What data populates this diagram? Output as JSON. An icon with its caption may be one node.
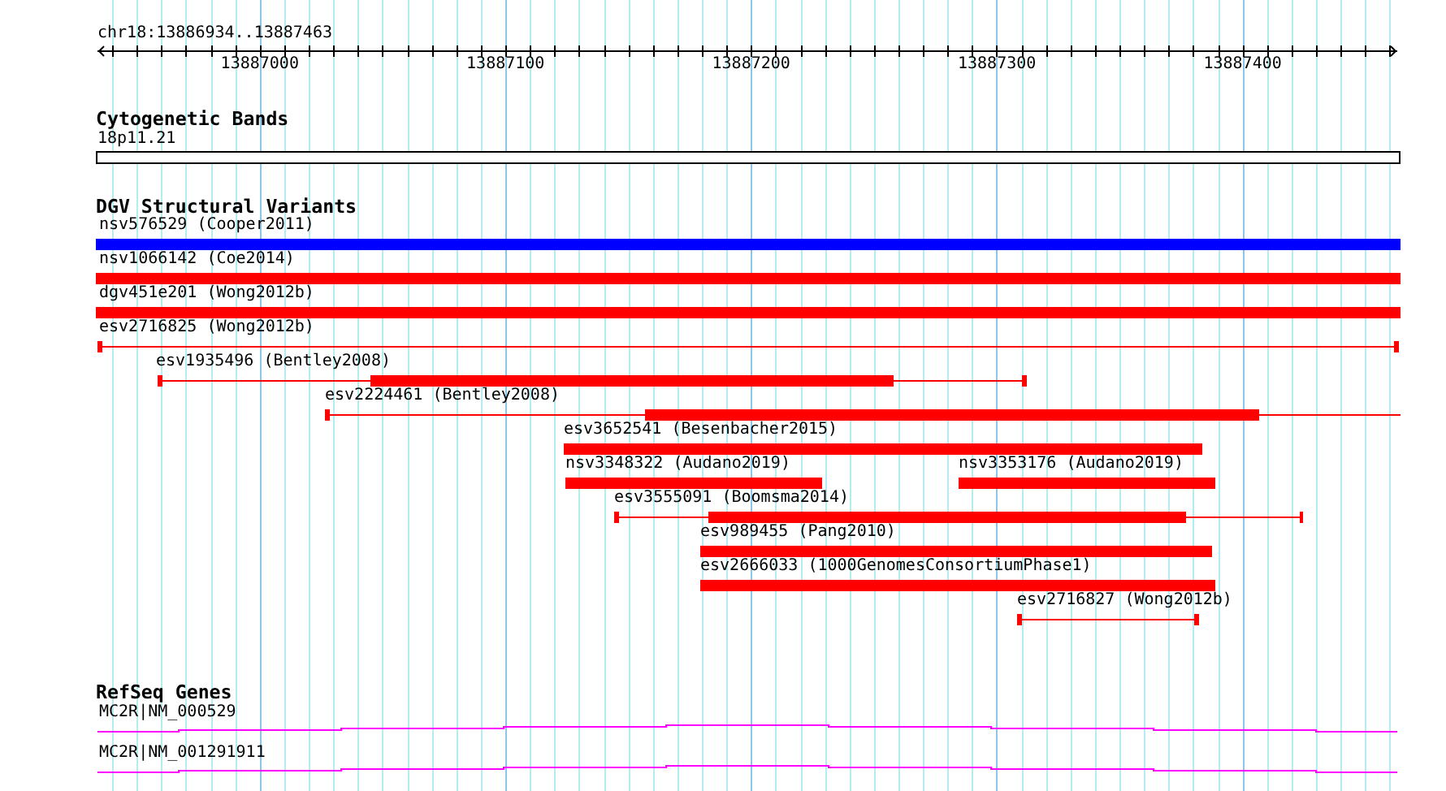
{
  "diagram": {
    "title": "chr18:13886934..13887463",
    "nodes": [
      {
        "text": [
          "18p11.21"
        ]
      },
      {
        "text": [
          "nsv576529 (Cooper2011)"
        ]
      },
      {
        "text": [
          "nsv1066142 (Coe2014)"
        ]
      },
      {
        "text": [
          "dgv451e201 (Wong2012b)"
        ]
      },
      {
        "text": [
          "esv2716825 (Wong2012b)"
        ]
      },
      {
        "text": [
          "esv1935496 (Bentley2008)"
        ]
      },
      {
        "text": [
          "esv2224461 (Bentley2008)"
        ]
      },
      {
        "text": [
          "esv3652541 (Besenbacher2015)"
        ]
      },
      {
        "text": [
          "nsv3348322 (Audano2019)"
        ]
      },
      {
        "text": [
          "nsv3353176 (Audano2019)"
        ]
      },
      {
        "text": [
          "esv3555091 (Boomsma2014)"
        ]
      },
      {
        "text": [
          "esv989455 (Pang2010)"
        ]
      },
      {
        "text": [
          "esv2666033 (1000GenomesConsortiumPhase1)"
        ]
      },
      {
        "text": [
          "esv2716827 (Wong2012b)"
        ]
      },
      {
        "text": [
          "MC2R|NM_000529"
        ]
      },
      {
        "text": [
          "MC2R|NM_001291911"
        ]
      }
    ],
    "edges": [],
    "labels": [
      "13887000",
      "13887100",
      "13887200",
      "13887300",
      "13887400",
      "Cytogenetic Bands",
      "DGV Structural Variants",
      "RefSeq Genes"
    ]
  }
}
